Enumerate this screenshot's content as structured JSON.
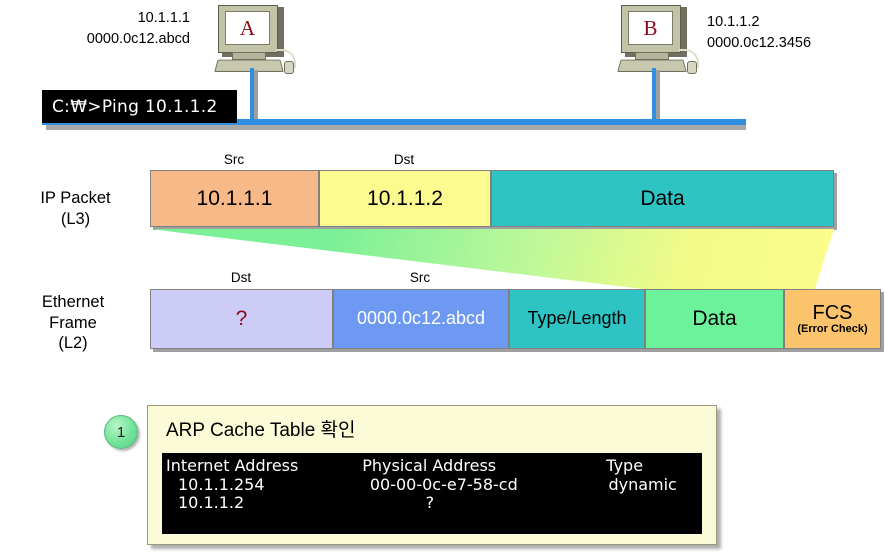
{
  "hosts": [
    {
      "name": "host-a",
      "letter": "A",
      "ip": "10.1.1.1",
      "mac": "0000.0c12.abcd"
    },
    {
      "name": "host-b",
      "letter": "B",
      "ip": "10.1.1.2",
      "mac": "0000.0c12.3456"
    }
  ],
  "command_prompt": {
    "text": "C:₩>Ping 10.1.1.2"
  },
  "layers": [
    {
      "label": "IP Packet\n(L3)",
      "captions": {
        "src": "Src",
        "dst": "Dst"
      },
      "fields": [
        {
          "caption": "Src",
          "value": "10.1.1.1",
          "color": "#f7b988"
        },
        {
          "caption": "Dst",
          "value": "10.1.1.2",
          "color": "#fbfb90"
        },
        {
          "caption": "",
          "value": "Data",
          "color": "#2ec4c4"
        }
      ]
    },
    {
      "label": "Ethernet\nFrame\n(L2)",
      "captions": {
        "dst": "Dst",
        "src": "Src"
      },
      "fields": [
        {
          "caption": "Dst",
          "value": "?",
          "color": "#ccccf6"
        },
        {
          "caption": "Src",
          "value": "0000.0c12.abcd",
          "color": "#6e99f2"
        },
        {
          "caption": "",
          "value": "Type/Length",
          "color": "#2ec4c4"
        },
        {
          "caption": "",
          "value": "Data",
          "color": "#6cf29a"
        },
        {
          "caption": "",
          "value": "FCS",
          "sub": "(Error Check)",
          "color": "#fbc36b"
        }
      ]
    }
  ],
  "step": {
    "number": "1",
    "title": "ARP Cache Table 확인"
  },
  "arp_table": {
    "headers": {
      "internet_address": "Internet Address",
      "physical_address": "Physical Address",
      "type": "Type"
    },
    "rows": [
      {
        "internet_address": "10.1.1.254",
        "physical_address": "00-00-0c-e7-58-cd",
        "type": "dynamic"
      },
      {
        "internet_address": "10.1.1.2",
        "physical_address": "?",
        "type": ""
      }
    ]
  },
  "colors": {
    "cable": "#2f8fe0",
    "ip_src": "#f7b988",
    "ip_dst": "#fbfb90",
    "ip_data": "#2ec4c4",
    "eth_dst": "#ccccf6",
    "eth_src": "#6e99f2",
    "eth_type": "#2ec4c4",
    "eth_data": "#6cf29a",
    "eth_fcs": "#fbc36b",
    "badge_green": "#73e39a",
    "panel_cream": "#fbfbd8",
    "question_red": "#8b0a18"
  }
}
